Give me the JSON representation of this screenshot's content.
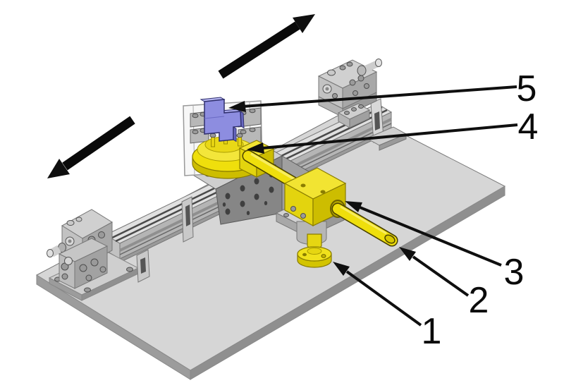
{
  "figure": {
    "background": "#ffffff",
    "callouts": [
      {
        "label": "1"
      },
      {
        "label": "2"
      },
      {
        "label": "3"
      },
      {
        "label": "4"
      },
      {
        "label": "5"
      }
    ],
    "colors": {
      "highlight_yellow": "#efdf0c",
      "highlight_blue": "#8d8de0",
      "plate_gray": "#d6d6d6",
      "annotation_black": "#0f0f0f"
    }
  }
}
